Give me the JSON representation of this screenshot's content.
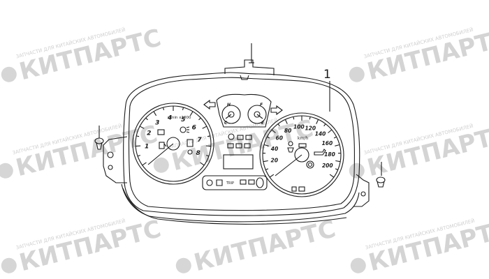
{
  "callout": {
    "label": "1"
  },
  "watermark": {
    "brand": "КИТПАРТС",
    "tagline": "ЗАПЧАСТИ ДЛЯ КИТАЙСКИХ АВТОМОБИЛЕЙ"
  },
  "tachometer": {
    "numbers": [
      "1",
      "2",
      "3",
      "4",
      "5",
      "6",
      "7",
      "8"
    ],
    "unit": "r/min x1000"
  },
  "speedometer": {
    "numbers": [
      "20",
      "40",
      "60",
      "80",
      "100",
      "120",
      "140",
      "160",
      "180",
      "200"
    ],
    "unit": "km/h"
  },
  "center_gauges": {
    "temp_labels": [
      "H",
      "C"
    ],
    "fuel_labels": [
      "F",
      "E"
    ]
  },
  "indicator_bar": {
    "text": "TRIP"
  }
}
